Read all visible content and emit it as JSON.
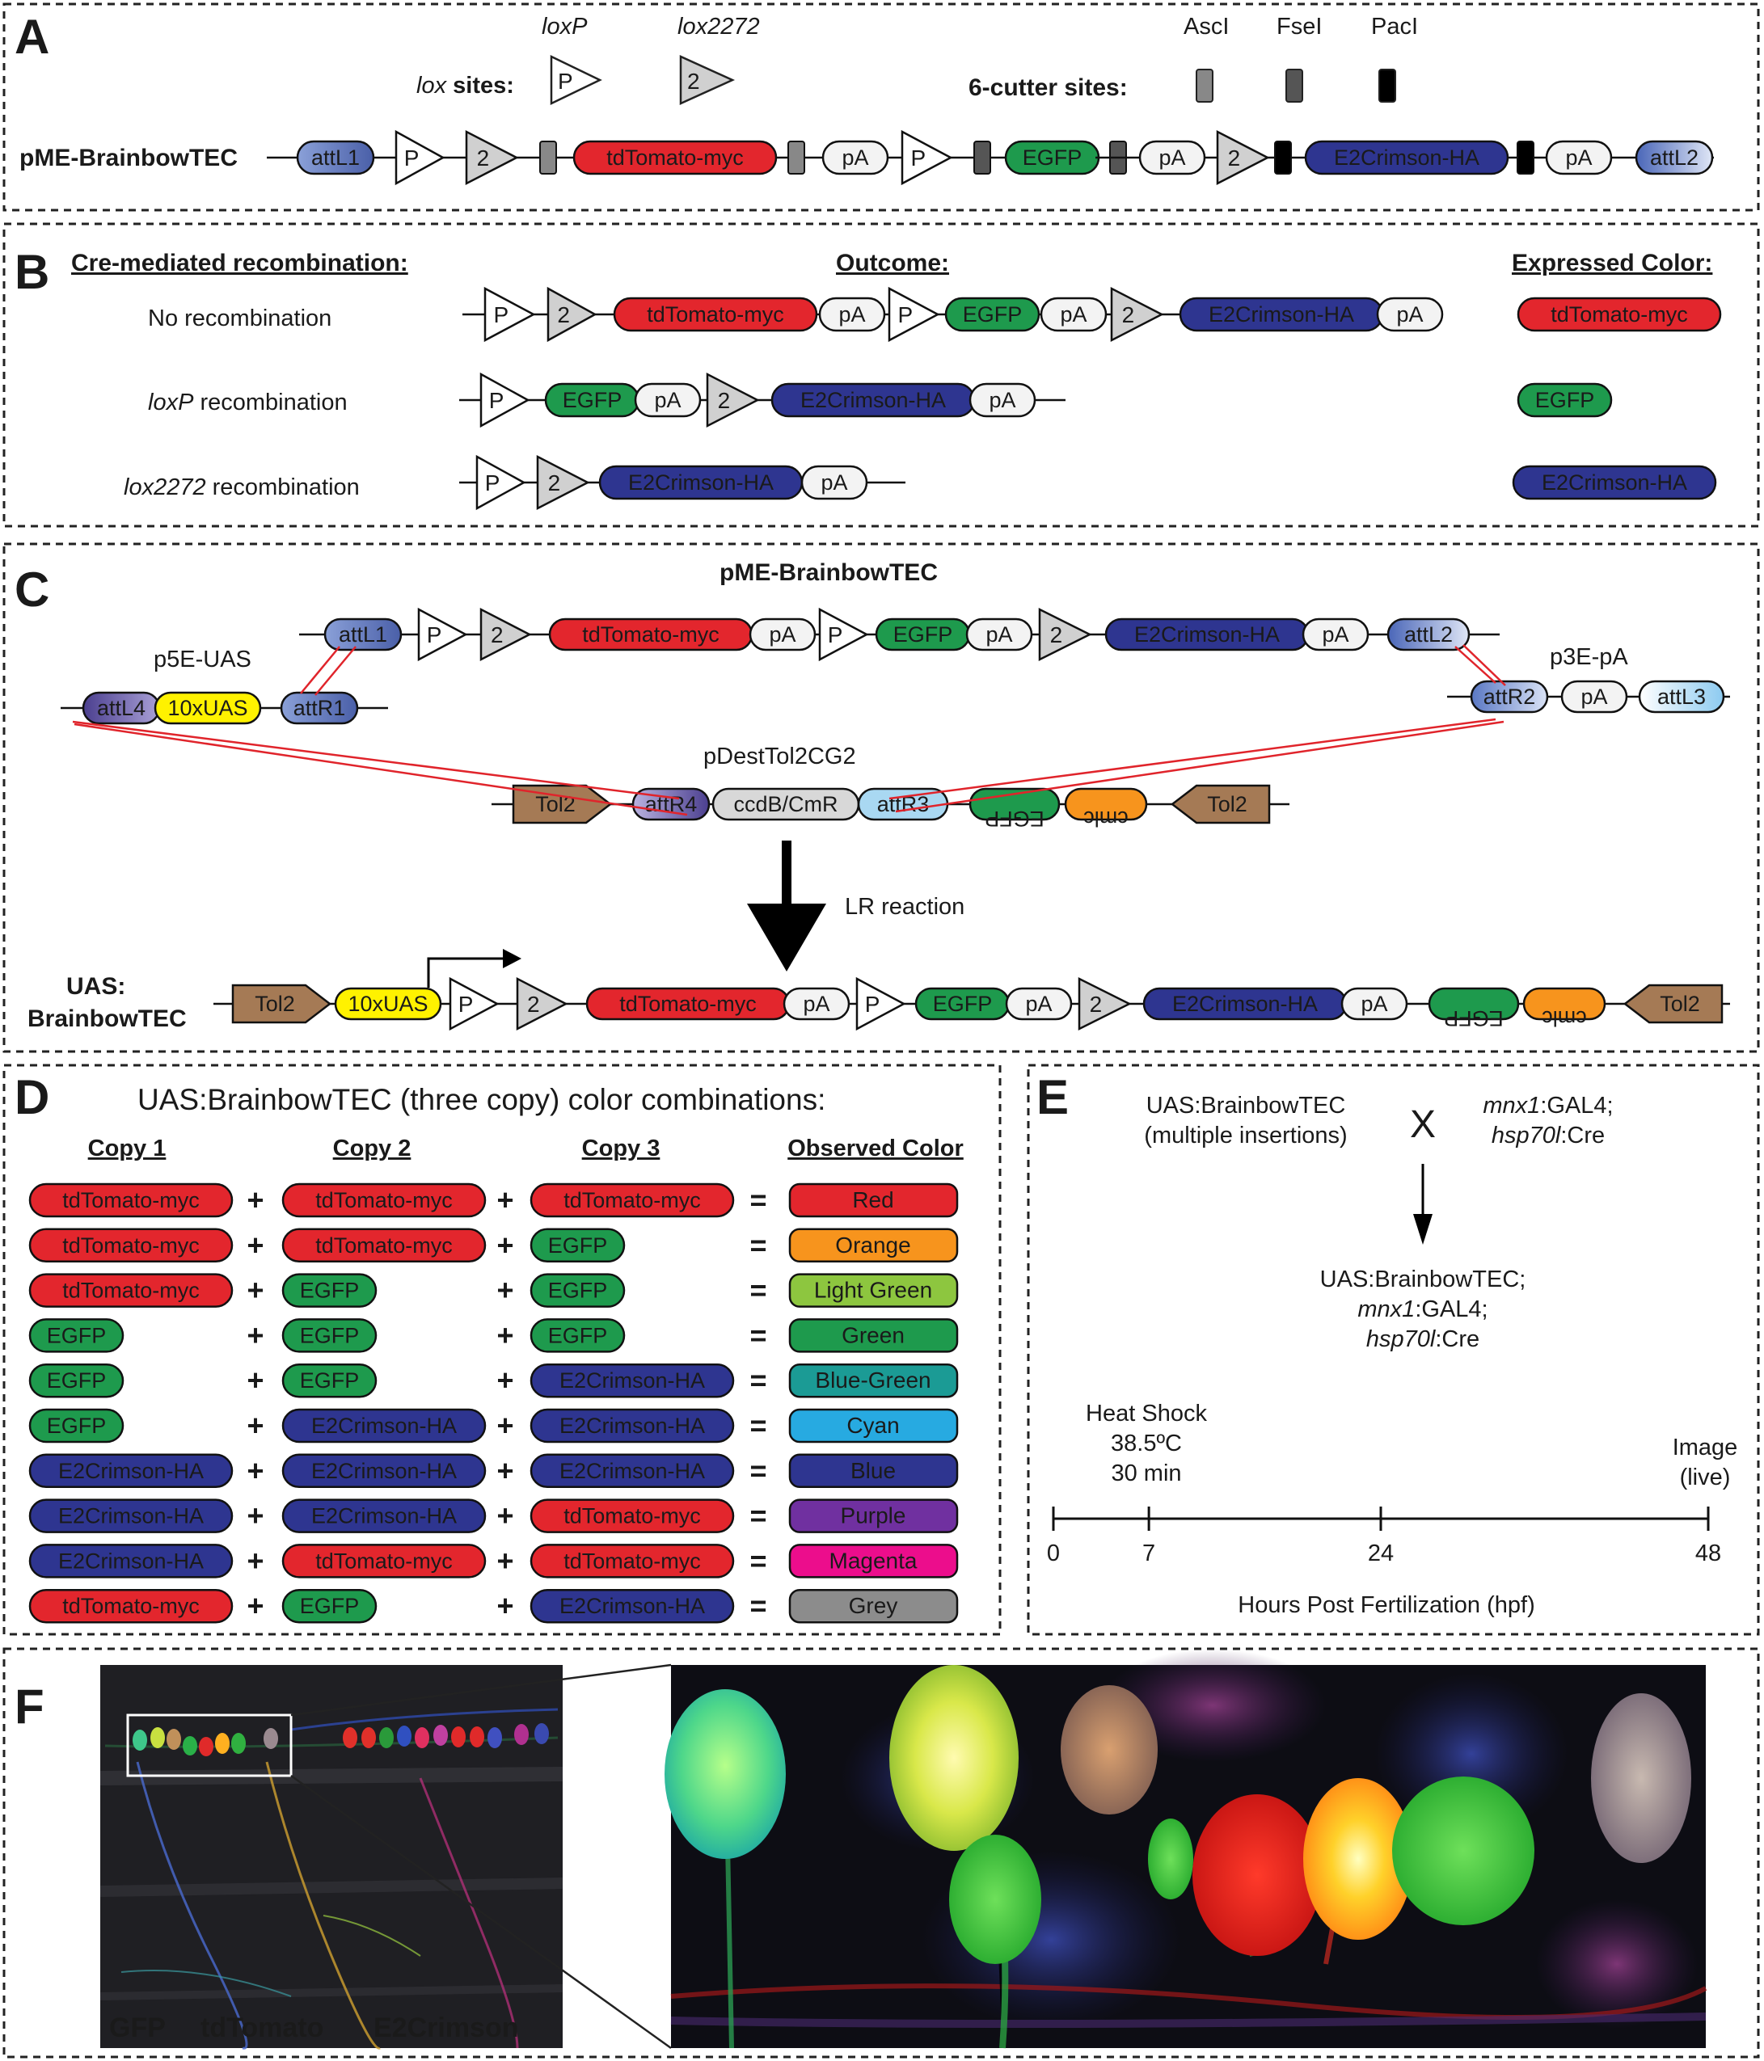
{
  "panels": {
    "A": "A",
    "B": "B",
    "C": "C",
    "D": "D",
    "E": "E",
    "F": "F"
  },
  "colors": {
    "tdTomato": "#e3262d",
    "egfp": "#1e9a4d",
    "e2crimson": "#2e3590",
    "pA": "#f3f3f3",
    "attL_blue": "#6f86c8",
    "tol2": "#a57a55",
    "uas": "#fff200",
    "cmlc": "#f7941d",
    "ccdb": "#d8d8d8",
    "attR3": "#a9d8f2"
  },
  "A": {
    "lox_sites_label": "lox",
    "lox_sites_suffix": "sites:",
    "loxP_label": "loxP",
    "lox2272_label": "lox2272",
    "six_cutter_label": "6-cutter sites:",
    "ascI": "AscI",
    "fseI": "FseI",
    "pacI": "PacI",
    "construct_name": "pME-BrainbowTEC",
    "P": "P",
    "two": "2",
    "attL1": "attL1",
    "attL2": "attL2",
    "tdTomato": "tdTomato-myc",
    "pA": "pA",
    "egfp": "EGFP",
    "e2crimson": "E2Crimson-HA"
  },
  "B": {
    "col1": "Cre-mediated recombination:",
    "col2": "Outcome:",
    "col3": "Expressed Color:",
    "row1": "No recombination",
    "row2_italic": "loxP",
    "row2_rest": " recombination",
    "row3_italic": "lox2272",
    "row3_rest": " recombination"
  },
  "C": {
    "pme_title": "pME-BrainbowTEC",
    "p5e": "p5E-UAS",
    "p3e": "p3E-pA",
    "pdest": "pDestTol2CG2",
    "attL4": "attL4",
    "uas10": "10xUAS",
    "attR1": "attR1",
    "attR2": "attR2",
    "attL3": "attL3",
    "tol2": "Tol2",
    "attR4": "attR4",
    "ccdb": "ccdB/CmR",
    "attR3": "attR3",
    "egfp_rev": "EGFP",
    "cmlc": "cmlc",
    "lr": "LR reaction",
    "uas_name_1": "UAS:",
    "uas_name_2": "BrainbowTEC"
  },
  "D": {
    "title": "UAS:BrainbowTEC (three copy) color combinations:",
    "headers": [
      "Copy 1",
      "Copy 2",
      "Copy 3",
      "Observed Color"
    ],
    "plus": "+",
    "equals": "=",
    "rows": [
      {
        "c1": "tdTomato-myc",
        "c2": "tdTomato-myc",
        "c3": "tdTomato-myc",
        "color": "Red",
        "hex": "#e3262d",
        "textcolor": "#ffffff"
      },
      {
        "c1": "tdTomato-myc",
        "c2": "tdTomato-myc",
        "c3": "EGFP",
        "color": "Orange",
        "hex": "#f7941d",
        "textcolor": "#ffffff"
      },
      {
        "c1": "tdTomato-myc",
        "c2": "EGFP",
        "c3": "EGFP",
        "color": "Light Green",
        "hex": "#8dc63f",
        "textcolor": "#ffffff"
      },
      {
        "c1": "EGFP",
        "c2": "EGFP",
        "c3": "EGFP",
        "color": "Green",
        "hex": "#1e9a4d",
        "textcolor": "#ffffff"
      },
      {
        "c1": "EGFP",
        "c2": "EGFP",
        "c3": "E2Crimson-HA",
        "color": "Blue-Green",
        "hex": "#1b9b95",
        "textcolor": "#ffffff"
      },
      {
        "c1": "EGFP",
        "c2": "E2Crimson-HA",
        "c3": "E2Crimson-HA",
        "color": "Cyan",
        "hex": "#27aae1",
        "textcolor": "#ffffff"
      },
      {
        "c1": "E2Crimson-HA",
        "c2": "E2Crimson-HA",
        "c3": "E2Crimson-HA",
        "color": "Blue",
        "hex": "#2e3590",
        "textcolor": "#ffffff"
      },
      {
        "c1": "E2Crimson-HA",
        "c2": "E2Crimson-HA",
        "c3": "tdTomato-myc",
        "color": "Purple",
        "hex": "#7030a0",
        "textcolor": "#ffffff"
      },
      {
        "c1": "E2Crimson-HA",
        "c2": "tdTomato-myc",
        "c3": "tdTomato-myc",
        "color": "Magenta",
        "hex": "#ec0d8c",
        "textcolor": "#ffffff"
      },
      {
        "c1": "tdTomato-myc",
        "c2": "EGFP",
        "c3": "E2Crimson-HA",
        "color": "Grey",
        "hex": "#8c8c8c",
        "textcolor": "#ffffff"
      }
    ]
  },
  "E": {
    "parent1_a": "UAS:BrainbowTEC",
    "parent1_b": "(multiple insertions)",
    "cross": "X",
    "parent2_a_it": "mnx1",
    "parent2_a_rest": ":GAL4;",
    "parent2_b_it": "hsp70l",
    "parent2_b_rest": ":Cre",
    "child_a": "UAS:BrainbowTEC;",
    "child_b_it": "mnx1",
    "child_b_rest": ":GAL4;",
    "child_c_it": "hsp70l",
    "child_c_rest": ":Cre",
    "hs1": "Heat Shock",
    "hs2": "38.5ºC",
    "hs3": "30 min",
    "img1": "Image",
    "img2": "(live)",
    "ticks": [
      "0",
      "7",
      "24",
      "48"
    ],
    "axis_label": "Hours Post Fertilization (hpf)"
  },
  "F": {
    "gfp": "GFP",
    "tdtomato": "tdTomato",
    "e2crimson": "E2Crimson",
    "gfp_color": "#1fb14b",
    "tdtomato_color": "#e0242b",
    "e2crimson_color": "#3b4aa8"
  }
}
